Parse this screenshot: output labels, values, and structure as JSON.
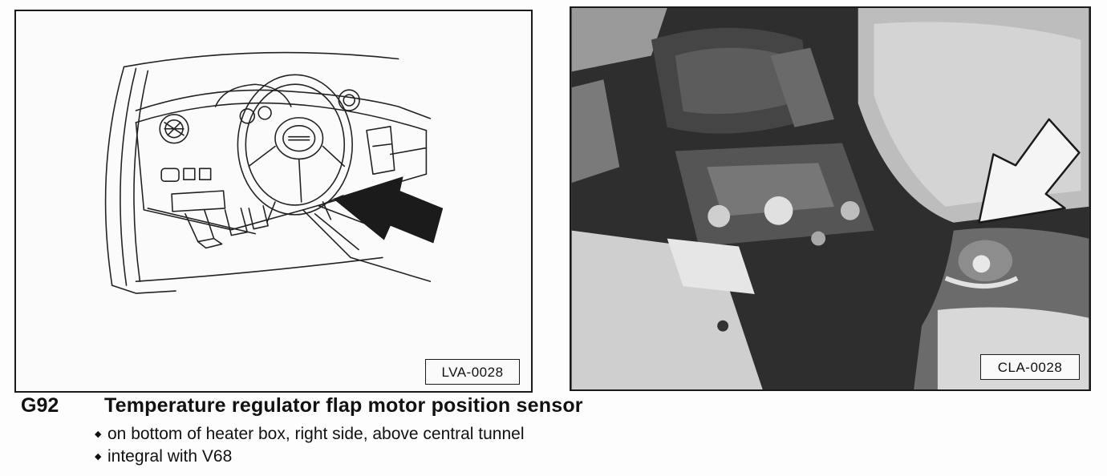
{
  "figures": {
    "left": {
      "label": "LVA-0028",
      "kind": "line drawing of dashboard, steering wheel and pedals with arrow"
    },
    "right": {
      "label": "CLA-0028",
      "kind": "photograph of heater box underside with white arrow"
    }
  },
  "caption": {
    "code": "G92",
    "title": "Temperature regulator flap motor position sensor",
    "bullet_mark": "◆",
    "bullets": [
      "on bottom of heater box, right side, above central tunnel",
      "integral with V68"
    ]
  }
}
